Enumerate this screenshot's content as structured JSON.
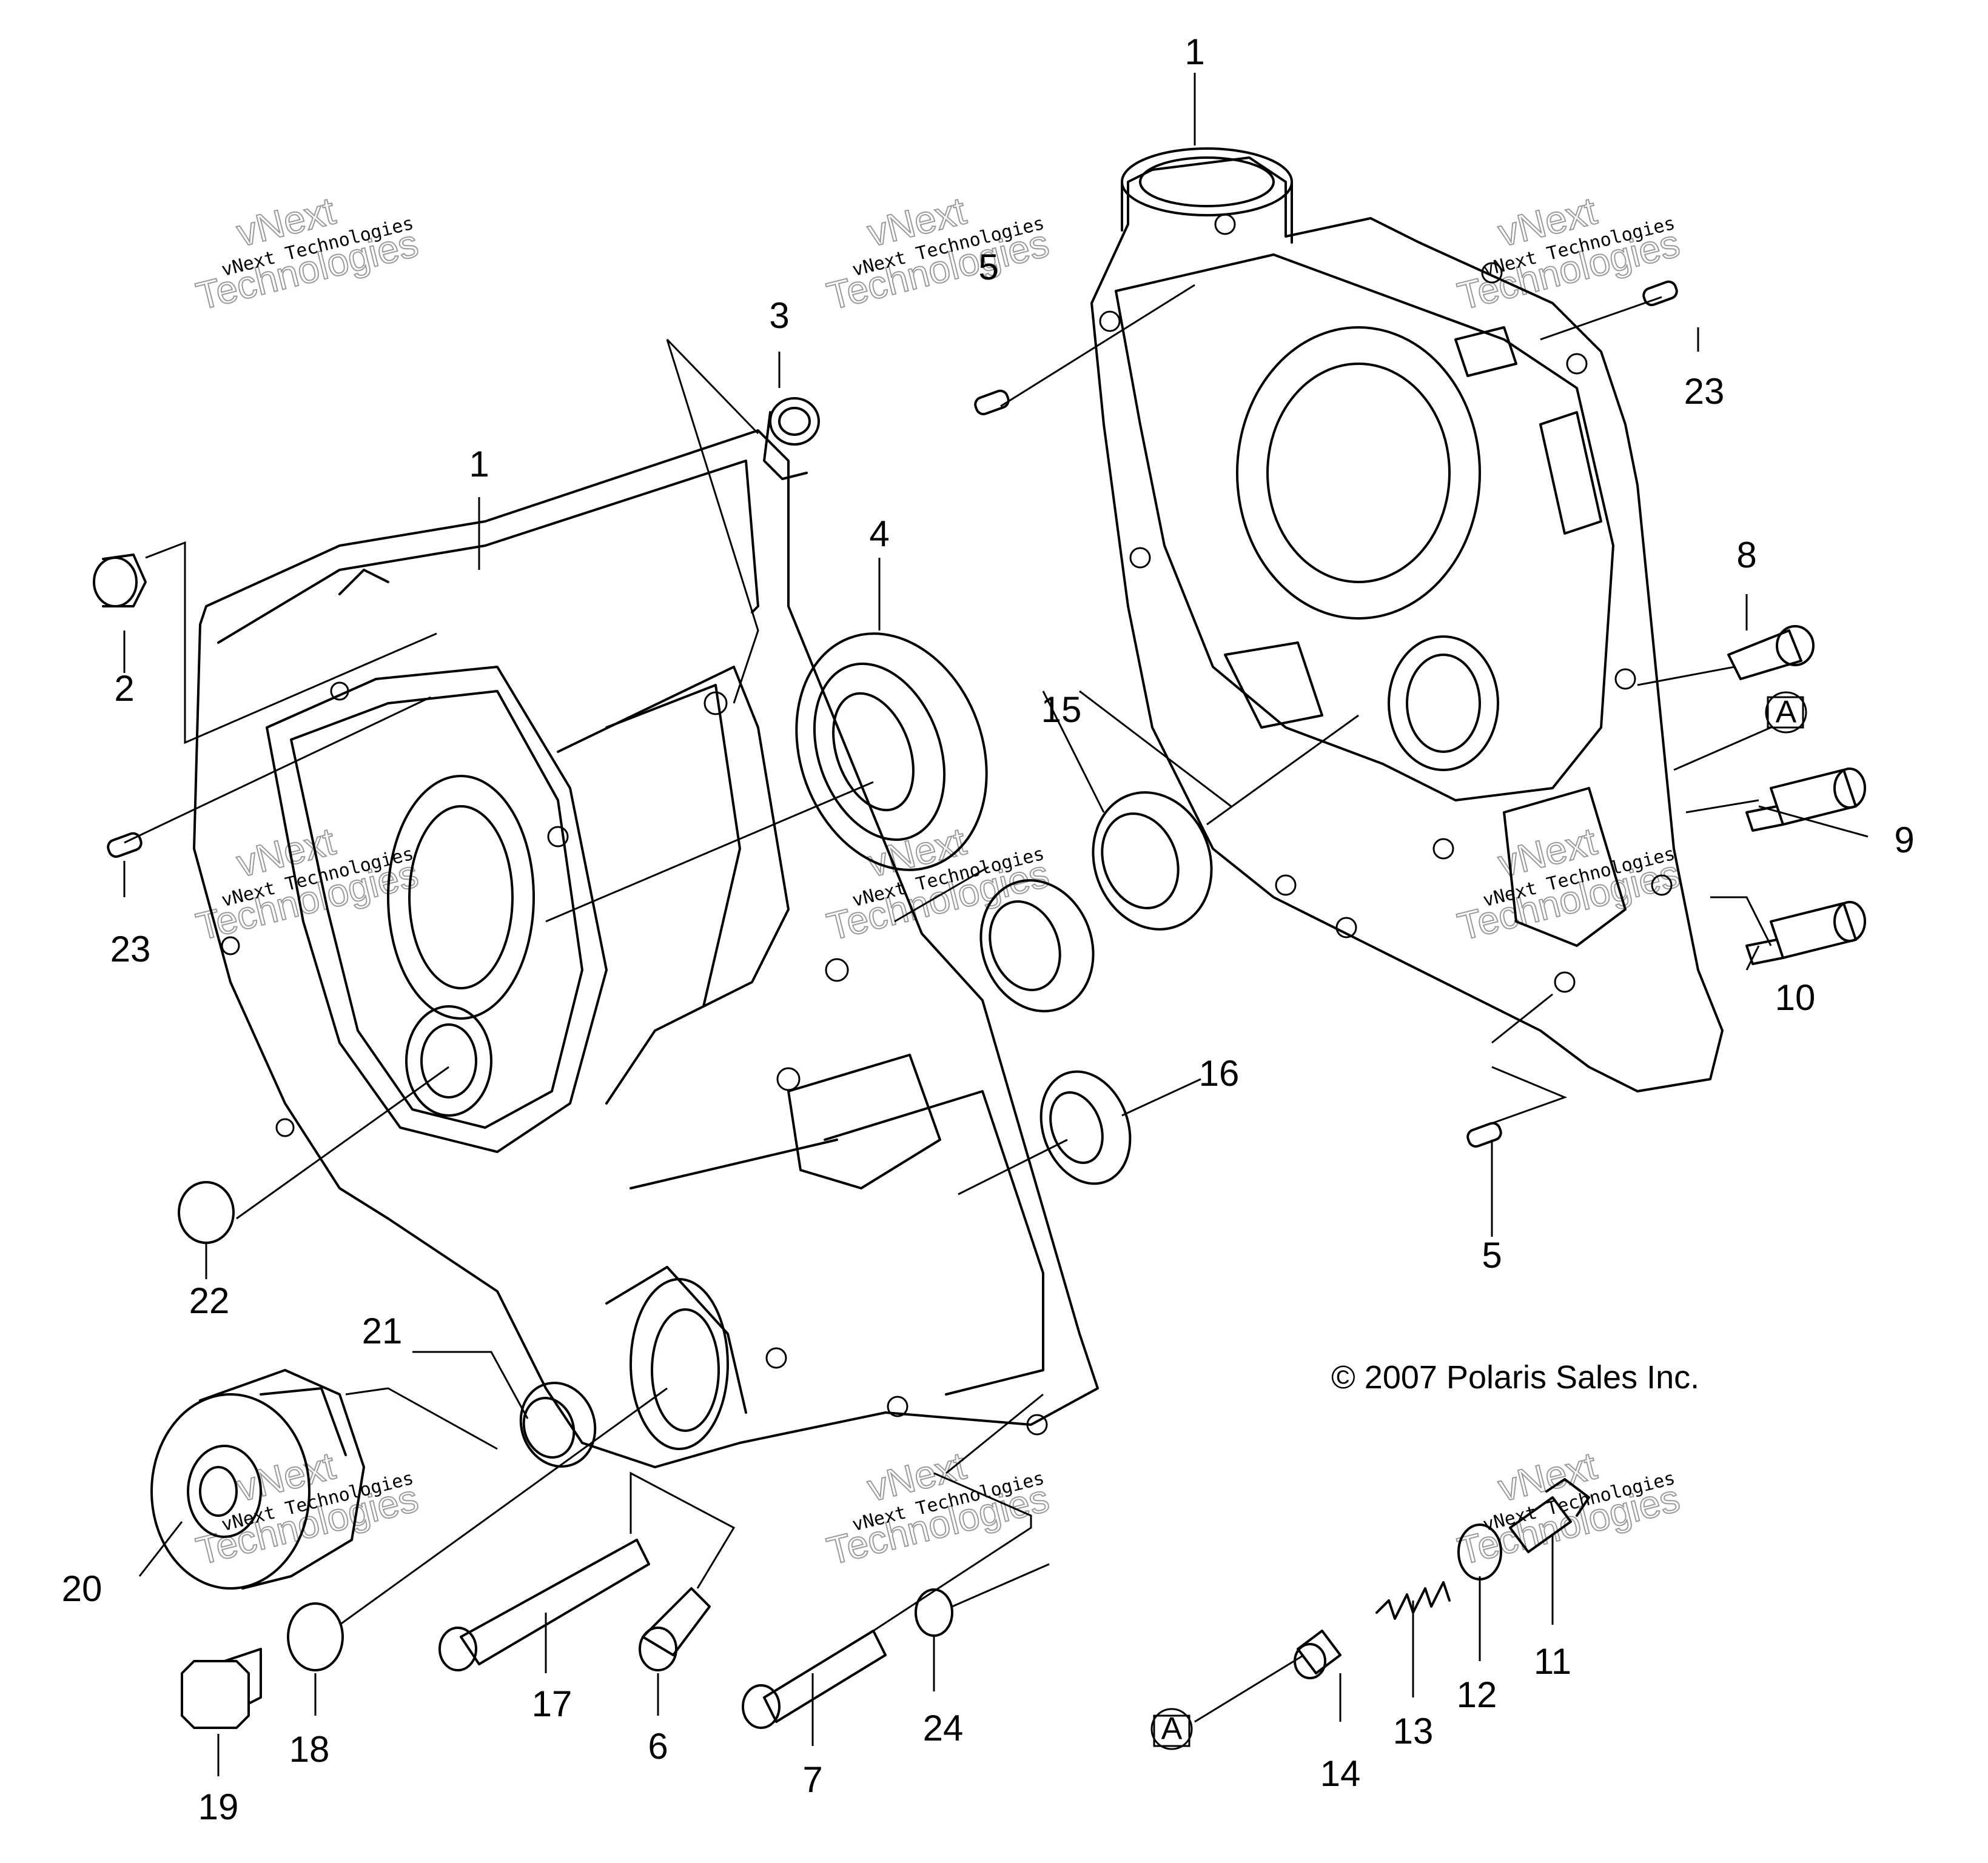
{
  "copyright": "© 2007  Polaris Sales Inc.",
  "reference_marker": "A",
  "watermark": {
    "line1": "vNext Technologies",
    "line2": "vNext",
    "line3": "Technologies"
  },
  "callouts": [
    "1",
    "1",
    "2",
    "3",
    "4",
    "5",
    "5",
    "6",
    "7",
    "8",
    "9",
    "10",
    "11",
    "12",
    "13",
    "14",
    "15",
    "16",
    "17",
    "18",
    "19",
    "20",
    "21",
    "22",
    "23",
    "23",
    "24"
  ]
}
